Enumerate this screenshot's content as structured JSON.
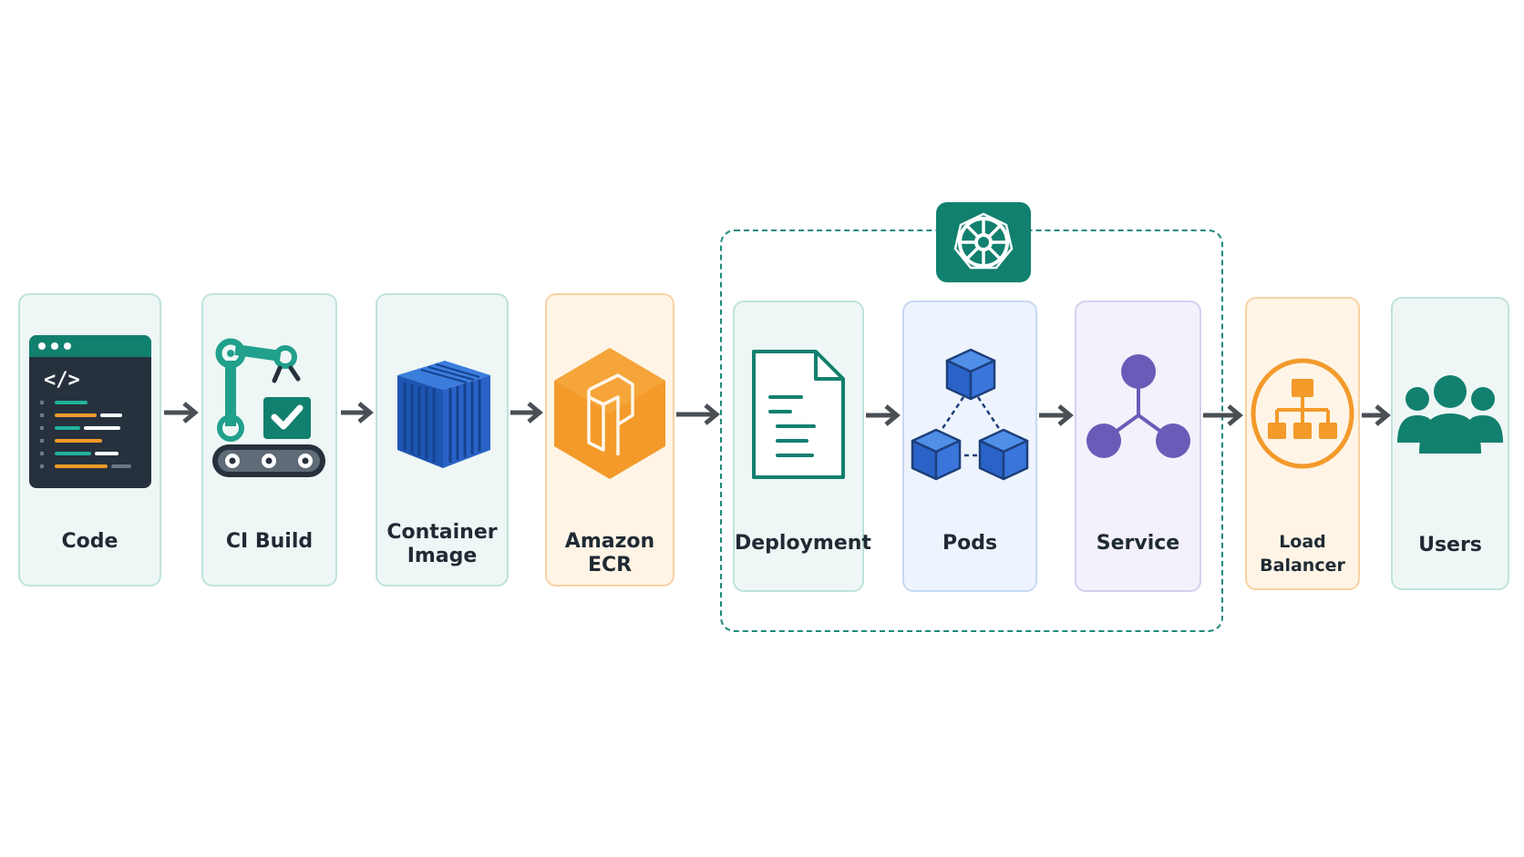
{
  "cards": [
    {
      "id": "code",
      "label": "Code"
    },
    {
      "id": "ci-build",
      "label": "CI Build"
    },
    {
      "id": "container-image",
      "label": "Container\nImage"
    },
    {
      "id": "amazon-ecr",
      "label": "Amazon ECR"
    },
    {
      "id": "deployment",
      "label": "Deployment"
    },
    {
      "id": "pods",
      "label": "Pods"
    },
    {
      "id": "service",
      "label": "Service"
    },
    {
      "id": "load-balancer",
      "label": "Load Balancer"
    },
    {
      "id": "users",
      "label": "Users"
    }
  ],
  "icons": {
    "code": "code-window-icon",
    "ci-build": "robot-arm-conveyor-icon",
    "container-image": "shipping-container-icon",
    "amazon-ecr": "ecr-hexagon-icon",
    "kubernetes": "kubernetes-helm-icon",
    "deployment": "document-icon",
    "pods": "pod-cubes-icon",
    "service": "service-nodes-icon",
    "load-balancer": "load-balancer-icon",
    "users": "users-group-icon"
  },
  "colors": {
    "teal": "#12806f",
    "orange": "#f39a2a",
    "blue": "#2f6fd6",
    "purple": "#6b5bb8",
    "arrow": "#4a4f55"
  }
}
